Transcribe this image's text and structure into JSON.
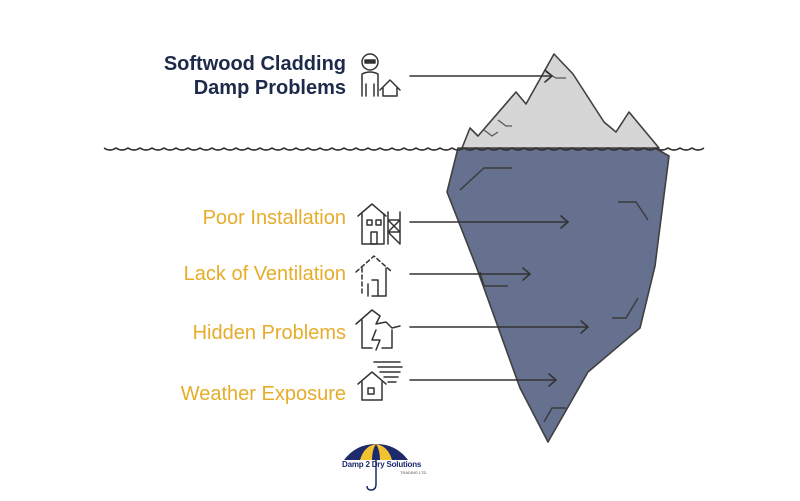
{
  "tip": {
    "title_line1": "Softwood Cladding",
    "title_line2": "Damp Problems"
  },
  "hidden_causes": [
    {
      "label": "Poor Installation",
      "icon": "house-scaffold-icon"
    },
    {
      "label": "Lack of Ventilation",
      "icon": "house-airflow-icon"
    },
    {
      "label": "Hidden Problems",
      "icon": "cracked-house-icon"
    },
    {
      "label": "Weather Exposure",
      "icon": "house-wind-icon"
    }
  ],
  "logo": {
    "text": "Damp 2 Dry Solutions",
    "subtext": "TRADING LTD",
    "icon": "umbrella-logo-icon"
  },
  "colors": {
    "title": "#1d2a4a",
    "label": "#e6ac2a",
    "iceberg_above": "#d6d6d6",
    "iceberg_below": "#65718f",
    "outline": "#4a4a4a"
  }
}
